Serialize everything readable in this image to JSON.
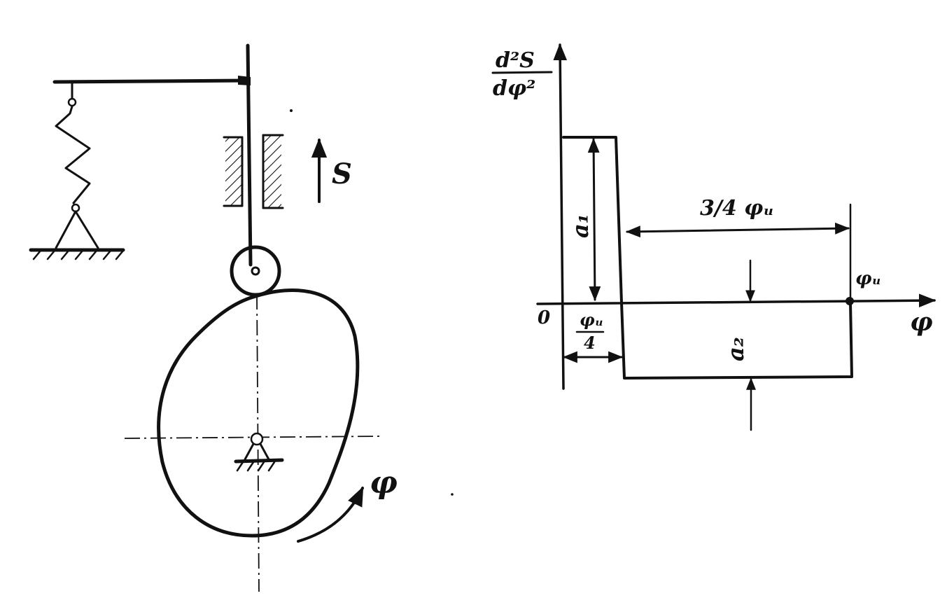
{
  "mechanism": {
    "follower_displacement_label": "S",
    "cam_rotation_label": "φ"
  },
  "diagram": {
    "y_axis_label_numerator": "d²S",
    "y_axis_label_denominator": "dφ²",
    "x_axis_label": "φ",
    "origin_label": "0",
    "amplitude_positive_label": "a₁",
    "amplitude_negative_label": "a₂",
    "first_interval_numerator": "φᵤ",
    "first_interval_denominator": "4",
    "second_interval_label": "3/4 φᵤ",
    "end_angle_label": "φᵤ"
  },
  "chart_data": {
    "type": "step",
    "title": "",
    "xlabel": "φ",
    "ylabel": "d²S/dφ²",
    "segments": [
      {
        "from": "0",
        "to": "φᵤ/4",
        "level": "a₁"
      },
      {
        "from": "φᵤ/4",
        "to": "φᵤ",
        "level": "-a₂"
      }
    ],
    "interval_annotations": [
      "φᵤ/4",
      "3/4 φᵤ"
    ]
  }
}
